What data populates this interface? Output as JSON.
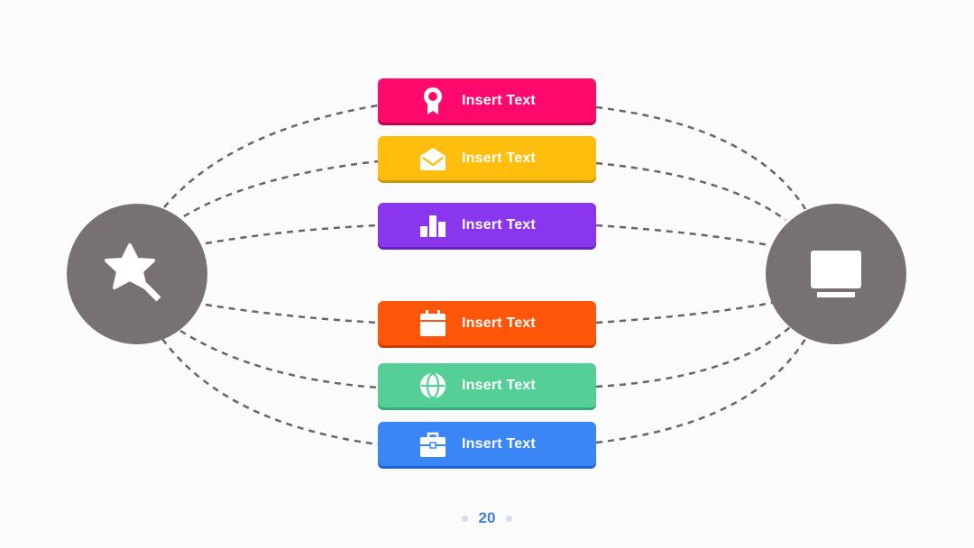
{
  "colors": {
    "background": "#fbfbfb",
    "hub": "#777171",
    "connector": "#666666",
    "page_number": "#3f7fe0"
  },
  "left_hub": {
    "icon": "magic-wand-star-icon"
  },
  "right_hub": {
    "icon": "monitor-icon"
  },
  "items": [
    {
      "label": "Insert Text",
      "color": "#ff0a6c",
      "shadow": "#c4004f",
      "icon": "award-ribbon-icon"
    },
    {
      "label": "Insert Text",
      "color": "#ffbd0d",
      "shadow": "#d29600",
      "icon": "envelope-open-icon"
    },
    {
      "label": "Insert Text",
      "color": "#8a36ee",
      "shadow": "#6a1fc7",
      "icon": "bar-chart-icon"
    },
    {
      "label": "Insert Text",
      "color": "#ff560a",
      "shadow": "#cc3e00",
      "icon": "calendar-icon"
    },
    {
      "label": "Insert Text",
      "color": "#56cf97",
      "shadow": "#33ad76",
      "icon": "globe-icon"
    },
    {
      "label": "Insert Text",
      "color": "#3b86f6",
      "shadow": "#1f63d2",
      "icon": "briefcase-icon"
    }
  ],
  "page_number": "20"
}
